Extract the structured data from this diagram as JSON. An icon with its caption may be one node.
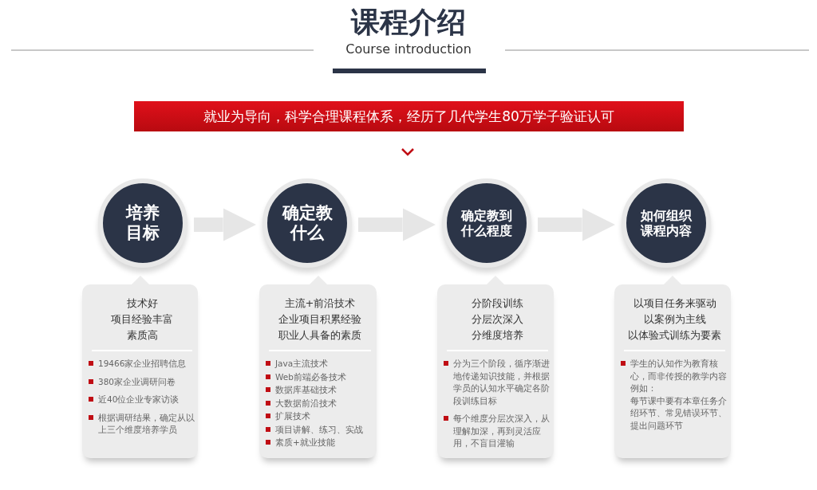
{
  "diagram": {
    "title": "课程介绍",
    "nodes": [
      {
        "text": [
          "就业为导向，科学合理课程体系，经历了几代学生80万学子验证认可"
        ]
      },
      {
        "text": [
          "培养目标"
        ]
      },
      {
        "text": [
          "确定教什么"
        ]
      },
      {
        "text": [
          "确定教到什么程度"
        ]
      },
      {
        "text": [
          "如何组织课程内容"
        ]
      },
      {
        "text": [
          "技术好",
          "项目经验丰富",
          "素质高",
          "19466家企业招聘信息",
          "380家企业调研问卷",
          "近40位企业专家访谈",
          "根据调研结果，确定从以上三个维度培养学员"
        ]
      },
      {
        "text": [
          "主流+前沿技术",
          "企业项目积累经验",
          "职业人具备的素质",
          "Java主流技术",
          "Web前端必备技术",
          "数据库基础技术",
          "大数据前沿技术",
          "扩展技术",
          "项目讲解、练习、实战",
          "素质+就业技能"
        ]
      },
      {
        "text": [
          "分阶段训练",
          "分层次深入",
          "分维度培养",
          "分为三个阶段，循序渐进地传递知识技能，并根据学员的认知水平确定各阶段训练目标",
          "每个维度分层次深入，从理解加深，再到灵活应用，不盲目灌输"
        ]
      },
      {
        "text": [
          "以项目任务来驱动",
          "以案例为主线",
          "以体验式训练为要素",
          "学生的认知作为教育核心，而非传授的教学内容例如：",
          "每节课中要有本章任务介绍环节、常见错误环节、提出问题环节"
        ]
      }
    ],
    "edges": [
      {
        "from": 1,
        "to": 2,
        "arrow": "to"
      },
      {
        "from": 2,
        "to": 3,
        "arrow": "to"
      },
      {
        "from": 3,
        "to": 4,
        "arrow": "to"
      }
    ],
    "labels": [
      "Course introduction"
    ]
  }
}
